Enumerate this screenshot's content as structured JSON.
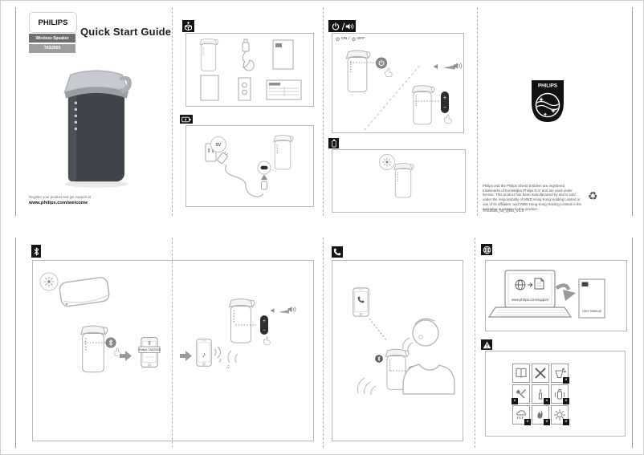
{
  "page": {
    "title": "Quick Start Guide",
    "brand": "PHILIPS",
    "product_type": "Wireless Speaker",
    "model": "TAS2505",
    "register_line": "Register your product and get support at",
    "register_url": "www.philips.com/welcome"
  },
  "power_panel": {
    "on_label": "ON",
    "separator": "/",
    "off_label": "OFF"
  },
  "charge_panel": {
    "plug_label": "5V"
  },
  "volume": {
    "plus": "+",
    "minus": "−"
  },
  "bluetooth_panel": {
    "device_name": "Philips TAS2505"
  },
  "emblem_panel": {
    "brand": "PHILIPS",
    "legal": "Philips and the Philips Shield Emblem are registered trademarks of Koninklijke Philips N.V. and are used under license. This product has been manufactured by and is sold under the responsibility of MMD Hong Kong Holding Limited or one of its affiliates, and MMD Hong Kong Holding Limited is the warrantor in relation to this product.",
    "version": "TAS2505_00_QSG_V1.0"
  },
  "support_panel": {
    "url": "www.philips.com/support",
    "manual_label": "User Manual"
  },
  "icons": {
    "music_note": "♪",
    "music_notes": "♫",
    "recycle": "♻",
    "cross": "×"
  },
  "safety": {
    "items": [
      "read-manual",
      "do-not",
      "no-liquids",
      "no-sharp-objects",
      "no-open-flames",
      "no-chemicals",
      "no-rain",
      "no-fire",
      "no-sunlight"
    ]
  }
}
